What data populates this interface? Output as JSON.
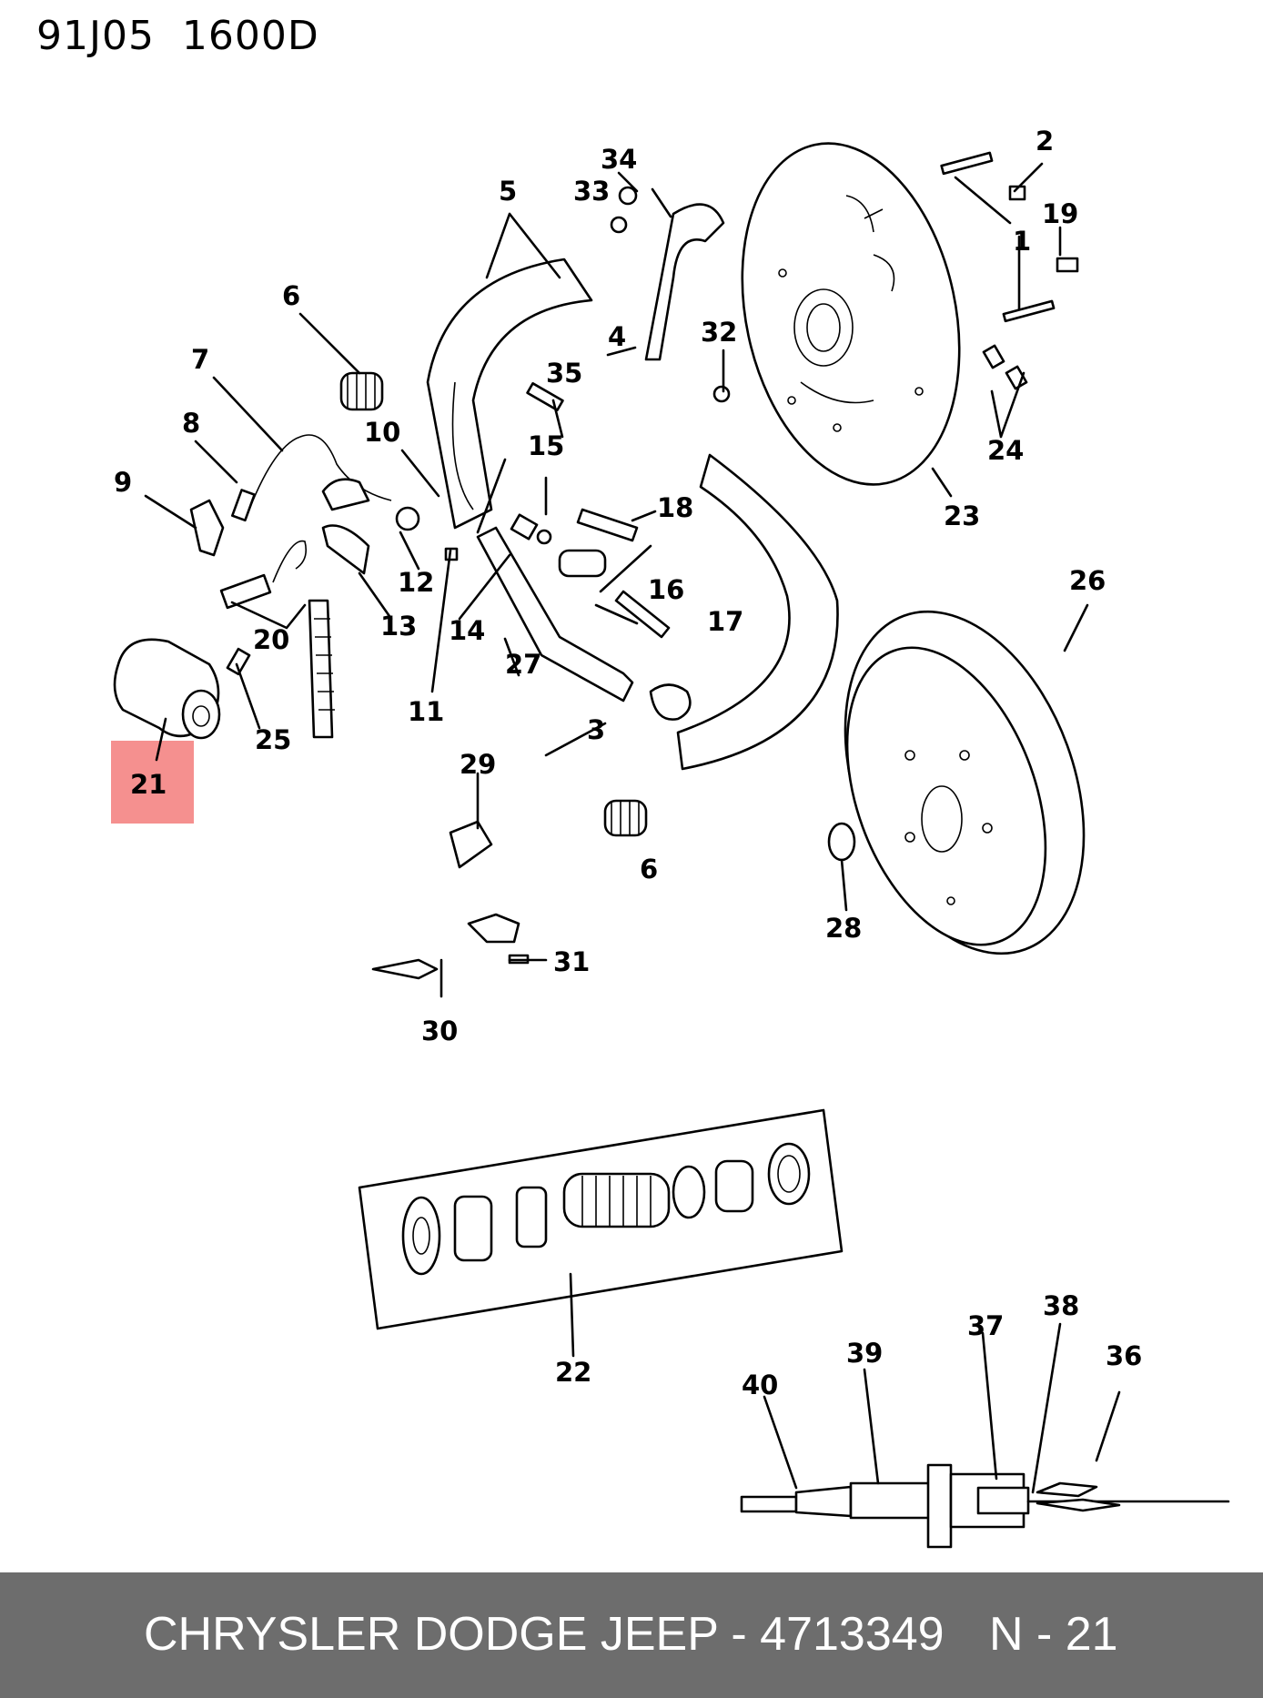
{
  "header": {
    "code": "91J05  1600D"
  },
  "callouts": {
    "c1": "1",
    "c2": "2",
    "c3": "3",
    "c4": "4",
    "c5": "5",
    "c6a": "6",
    "c6b": "6",
    "c7": "7",
    "c8": "8",
    "c9": "9",
    "c10": "10",
    "c11": "11",
    "c12": "12",
    "c13": "13",
    "c14": "14",
    "c15": "15",
    "c16": "16",
    "c17": "17",
    "c18": "18",
    "c19": "19",
    "c20": "20",
    "c21": "21",
    "c22": "22",
    "c23": "23",
    "c24": "24",
    "c25": "25",
    "c26": "26",
    "c27": "27",
    "c28": "28",
    "c29": "29",
    "c30": "30",
    "c31": "31",
    "c32": "32",
    "c33": "33",
    "c34": "34",
    "c35": "35",
    "c36": "36",
    "c37": "37",
    "c38": "38",
    "c39": "39",
    "c40": "40"
  },
  "highlight": {
    "part": "21",
    "color": "#f4817f"
  },
  "footer": {
    "brand_part": "CHRYSLER DODGE JEEP - 4713349",
    "ref": "N - 21",
    "background": "#6d6d6d"
  }
}
